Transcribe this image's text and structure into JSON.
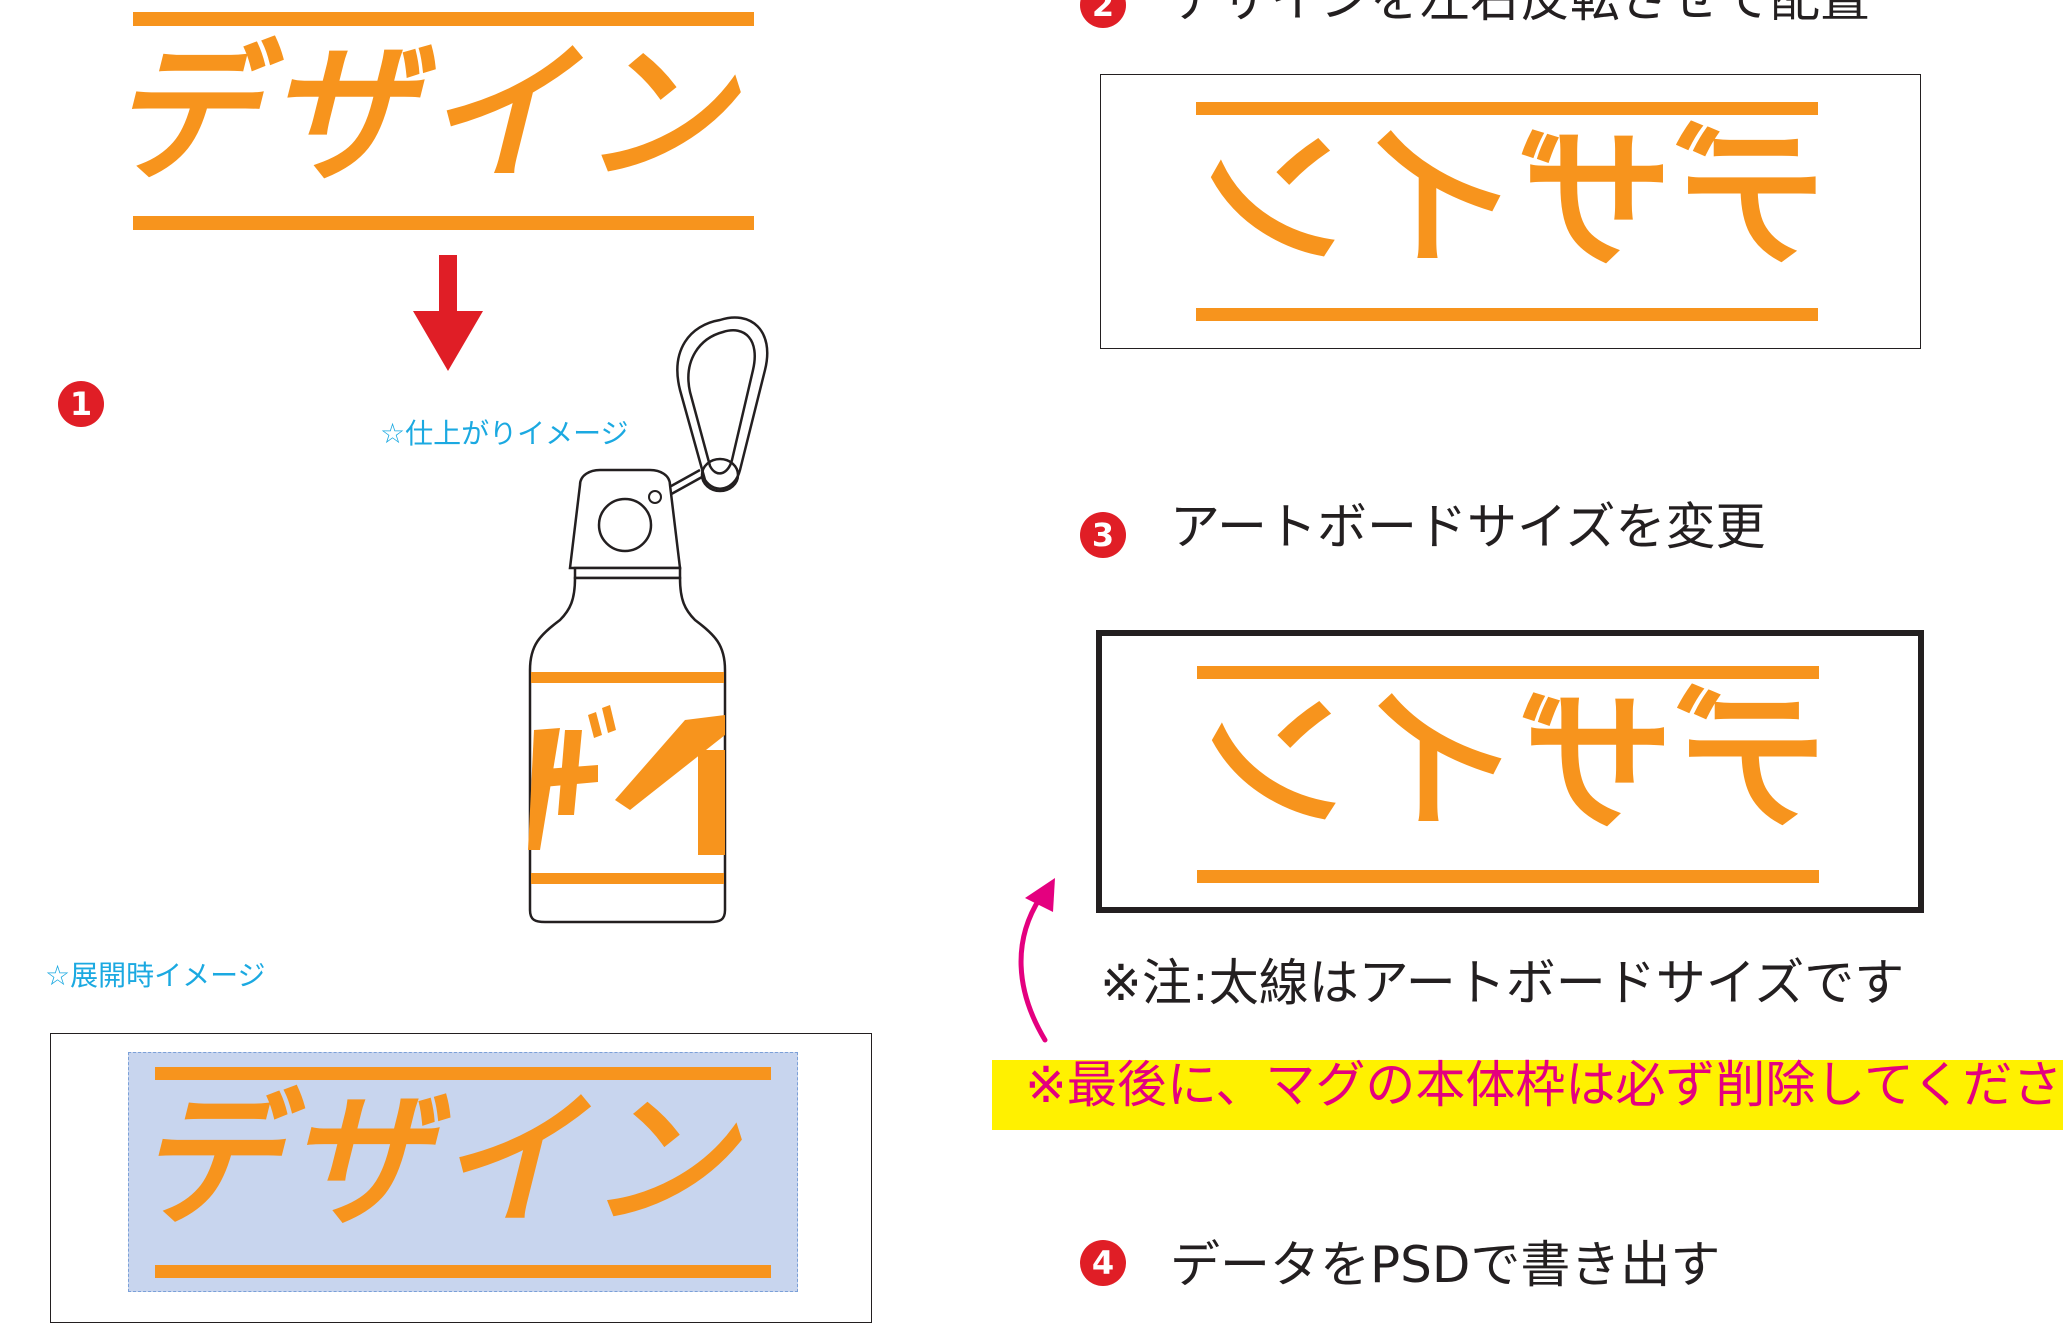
{
  "design": {
    "text": "デザイン",
    "color": "#F7941D"
  },
  "steps": [
    {
      "number": "1",
      "label": ""
    },
    {
      "number": "2",
      "label": "デザインを左右反転させて配置"
    },
    {
      "number": "3",
      "label": "アートボードサイズを変更"
    },
    {
      "number": "4",
      "label": "データをPSDで書き出す"
    }
  ],
  "captions": {
    "finished_image": "☆仕上がりイメージ",
    "expanded_image": "☆展開時イメージ"
  },
  "notes": {
    "artboard_note": "※注:太線はアートボードサイズです",
    "delete_warning": "※最後に、マグの本体枠は必ず削除してください"
  },
  "colors": {
    "accent_orange": "#F7941D",
    "arrow_red": "#E01E26",
    "caption_blue": "#1BA9E1",
    "warning_magenta": "#E4007F",
    "highlight_yellow": "#FFF100",
    "print_area_blue": "#C8D5EE"
  },
  "icons": [
    "down-arrow-icon",
    "curved-arrow-icon",
    "bottle-illustration",
    "carabiner-icon"
  ]
}
